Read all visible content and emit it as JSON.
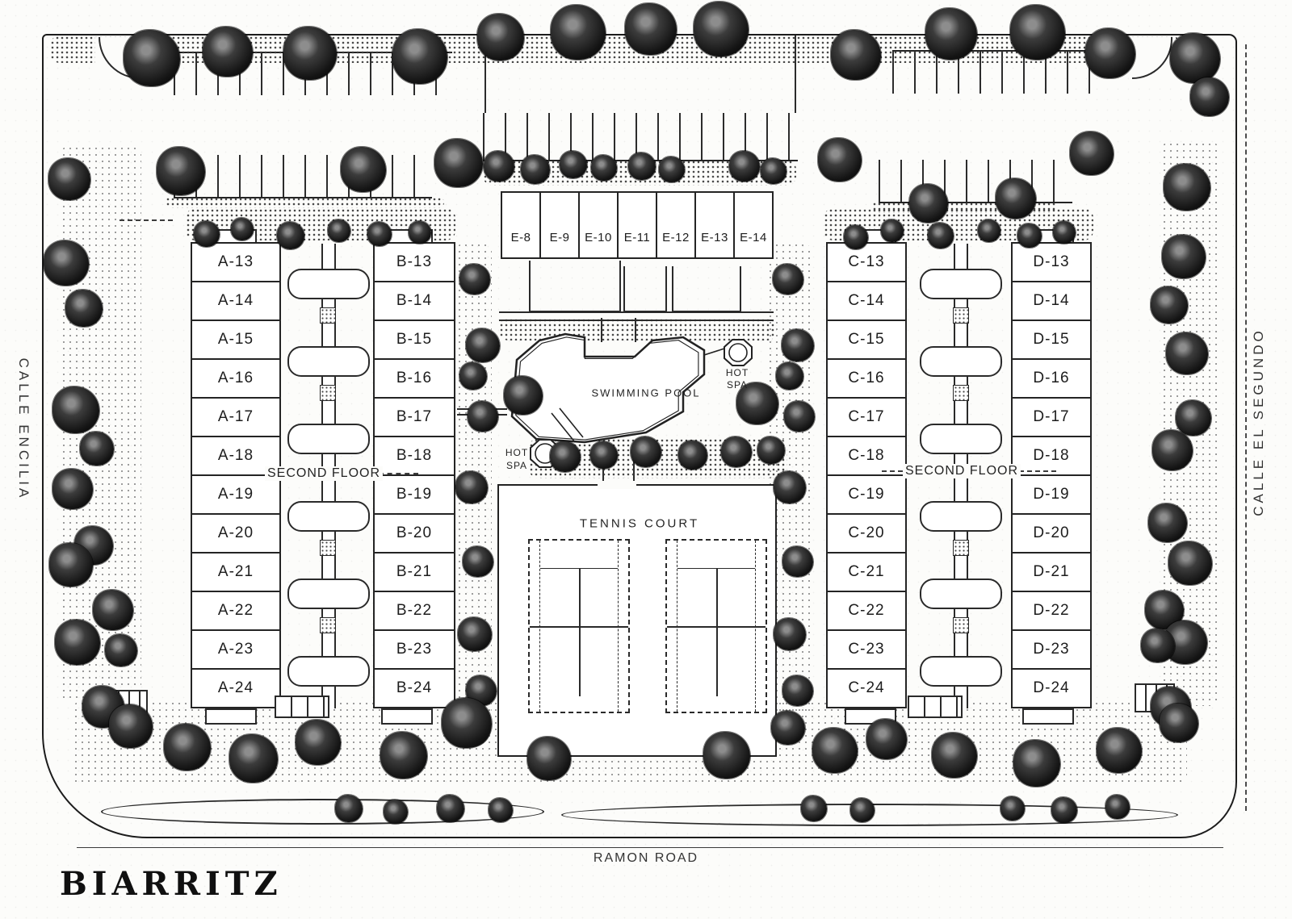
{
  "plan_title": "BIARRITZ",
  "streets": {
    "left": "CALLE ENCILIA",
    "right": "CALLE EL SEGUNDO",
    "bottom": "RAMON ROAD"
  },
  "labels": {
    "swimming_pool": "SWIMMING POOL",
    "tennis_court": "TENNIS COURT",
    "hot_line1": "HOT",
    "hot_line2": "SPA",
    "second_floor": "SECOND FLOOR"
  },
  "buildings": {
    "west": {
      "column_a": [
        "A-13",
        "A-14",
        "A-15",
        "A-16",
        "A-17",
        "A-18",
        "A-19",
        "A-20",
        "A-21",
        "A-22",
        "A-23",
        "A-24"
      ],
      "column_b": [
        "B-13",
        "B-14",
        "B-15",
        "B-16",
        "B-17",
        "B-18",
        "B-19",
        "B-20",
        "B-21",
        "B-22",
        "B-23",
        "B-24"
      ]
    },
    "east": {
      "column_c": [
        "C-13",
        "C-14",
        "C-15",
        "C-16",
        "C-17",
        "C-18",
        "C-19",
        "C-20",
        "C-21",
        "C-22",
        "C-23",
        "C-24"
      ],
      "column_d": [
        "D-13",
        "D-14",
        "D-15",
        "D-16",
        "D-17",
        "D-18",
        "D-19",
        "D-20",
        "D-21",
        "D-22",
        "D-23",
        "D-24"
      ]
    },
    "north": {
      "units": [
        "E-8",
        "E-9",
        "E-10",
        "E-11",
        "E-12",
        "E-13",
        "E-14"
      ]
    }
  },
  "colors": {
    "ink": "#1f1f1f",
    "paper": "#fcfcfa"
  },
  "landscape": {
    "trees": [
      [
        188,
        72,
        70
      ],
      [
        282,
        64,
        62
      ],
      [
        384,
        66,
        66
      ],
      [
        520,
        70,
        68
      ],
      [
        620,
        46,
        58
      ],
      [
        716,
        40,
        68
      ],
      [
        806,
        36,
        64
      ],
      [
        893,
        36,
        68
      ],
      [
        1060,
        68,
        62
      ],
      [
        1178,
        42,
        64
      ],
      [
        1285,
        40,
        68
      ],
      [
        1375,
        66,
        62
      ],
      [
        1480,
        72,
        62
      ],
      [
        1498,
        120,
        48
      ],
      [
        224,
        212,
        60
      ],
      [
        450,
        210,
        56
      ],
      [
        568,
        202,
        60
      ],
      [
        86,
        222,
        52
      ],
      [
        1040,
        198,
        54
      ],
      [
        1150,
        252,
        48
      ],
      [
        1258,
        246,
        50
      ],
      [
        1352,
        190,
        54
      ],
      [
        1470,
        232,
        58
      ],
      [
        618,
        206,
        38
      ],
      [
        663,
        210,
        36
      ],
      [
        710,
        204,
        34
      ],
      [
        748,
        208,
        32
      ],
      [
        795,
        206,
        34
      ],
      [
        832,
        210,
        32
      ],
      [
        922,
        206,
        38
      ],
      [
        958,
        212,
        32
      ],
      [
        256,
        290,
        32
      ],
      [
        300,
        284,
        28
      ],
      [
        360,
        292,
        34
      ],
      [
        420,
        286,
        28
      ],
      [
        470,
        290,
        30
      ],
      [
        520,
        288,
        28
      ],
      [
        1060,
        294,
        30
      ],
      [
        1105,
        286,
        28
      ],
      [
        1165,
        292,
        32
      ],
      [
        1225,
        286,
        28
      ],
      [
        1275,
        292,
        30
      ],
      [
        1318,
        288,
        28
      ],
      [
        82,
        326,
        56
      ],
      [
        104,
        382,
        46
      ],
      [
        94,
        508,
        58
      ],
      [
        120,
        556,
        42
      ],
      [
        90,
        606,
        50
      ],
      [
        116,
        676,
        48
      ],
      [
        88,
        700,
        54
      ],
      [
        140,
        756,
        50
      ],
      [
        96,
        796,
        56
      ],
      [
        150,
        806,
        40
      ],
      [
        128,
        876,
        52
      ],
      [
        1466,
        318,
        54
      ],
      [
        1448,
        378,
        46
      ],
      [
        1470,
        438,
        52
      ],
      [
        1478,
        518,
        44
      ],
      [
        1452,
        558,
        50
      ],
      [
        1446,
        648,
        48
      ],
      [
        1474,
        698,
        54
      ],
      [
        1442,
        756,
        48
      ],
      [
        1468,
        796,
        54
      ],
      [
        1434,
        800,
        42
      ],
      [
        1450,
        876,
        50
      ],
      [
        588,
        346,
        38
      ],
      [
        598,
        428,
        42
      ],
      [
        586,
        466,
        34
      ],
      [
        598,
        516,
        38
      ],
      [
        584,
        604,
        40
      ],
      [
        592,
        696,
        38
      ],
      [
        588,
        786,
        42
      ],
      [
        596,
        856,
        38
      ],
      [
        584,
        902,
        46
      ],
      [
        976,
        346,
        38
      ],
      [
        988,
        428,
        40
      ],
      [
        978,
        466,
        34
      ],
      [
        990,
        516,
        38
      ],
      [
        978,
        604,
        40
      ],
      [
        988,
        696,
        38
      ],
      [
        978,
        786,
        40
      ],
      [
        988,
        856,
        38
      ],
      [
        976,
        902,
        42
      ],
      [
        648,
        490,
        48
      ],
      [
        938,
        500,
        52
      ],
      [
        700,
        566,
        38
      ],
      [
        748,
        564,
        34
      ],
      [
        800,
        560,
        38
      ],
      [
        858,
        564,
        36
      ],
      [
        912,
        560,
        38
      ],
      [
        955,
        558,
        34
      ],
      [
        162,
        900,
        54
      ],
      [
        232,
        926,
        58
      ],
      [
        314,
        940,
        60
      ],
      [
        394,
        920,
        56
      ],
      [
        500,
        936,
        58
      ],
      [
        578,
        896,
        62
      ],
      [
        680,
        940,
        54
      ],
      [
        900,
        936,
        58
      ],
      [
        1034,
        930,
        56
      ],
      [
        1098,
        916,
        50
      ],
      [
        1182,
        936,
        56
      ],
      [
        1284,
        946,
        58
      ],
      [
        1386,
        930,
        56
      ],
      [
        1460,
        896,
        48
      ],
      [
        432,
        1002,
        34
      ],
      [
        490,
        1006,
        30
      ],
      [
        558,
        1002,
        34
      ],
      [
        620,
        1004,
        30
      ],
      [
        1008,
        1002,
        32
      ],
      [
        1068,
        1004,
        30
      ],
      [
        1254,
        1002,
        30
      ],
      [
        1318,
        1004,
        32
      ],
      [
        1384,
        1000,
        30
      ]
    ],
    "hedges": [
      [
        62,
        44,
        1400,
        34,
        "d"
      ],
      [
        205,
        244,
        345,
        14,
        "d"
      ],
      [
        1080,
        250,
        228,
        14,
        "d"
      ],
      [
        75,
        180,
        100,
        690,
        "l"
      ],
      [
        1438,
        175,
        72,
        700,
        "l"
      ],
      [
        598,
        198,
        388,
        32,
        "d"
      ],
      [
        230,
        258,
        334,
        40,
        "d"
      ],
      [
        1020,
        258,
        334,
        40,
        "d"
      ],
      [
        618,
        394,
        344,
        28,
        "d"
      ],
      [
        655,
        543,
        320,
        50,
        "d"
      ],
      [
        90,
        868,
        1380,
        105,
        "l"
      ],
      [
        565,
        300,
        44,
        590,
        "l"
      ],
      [
        950,
        300,
        54,
        590,
        "l"
      ]
    ]
  }
}
